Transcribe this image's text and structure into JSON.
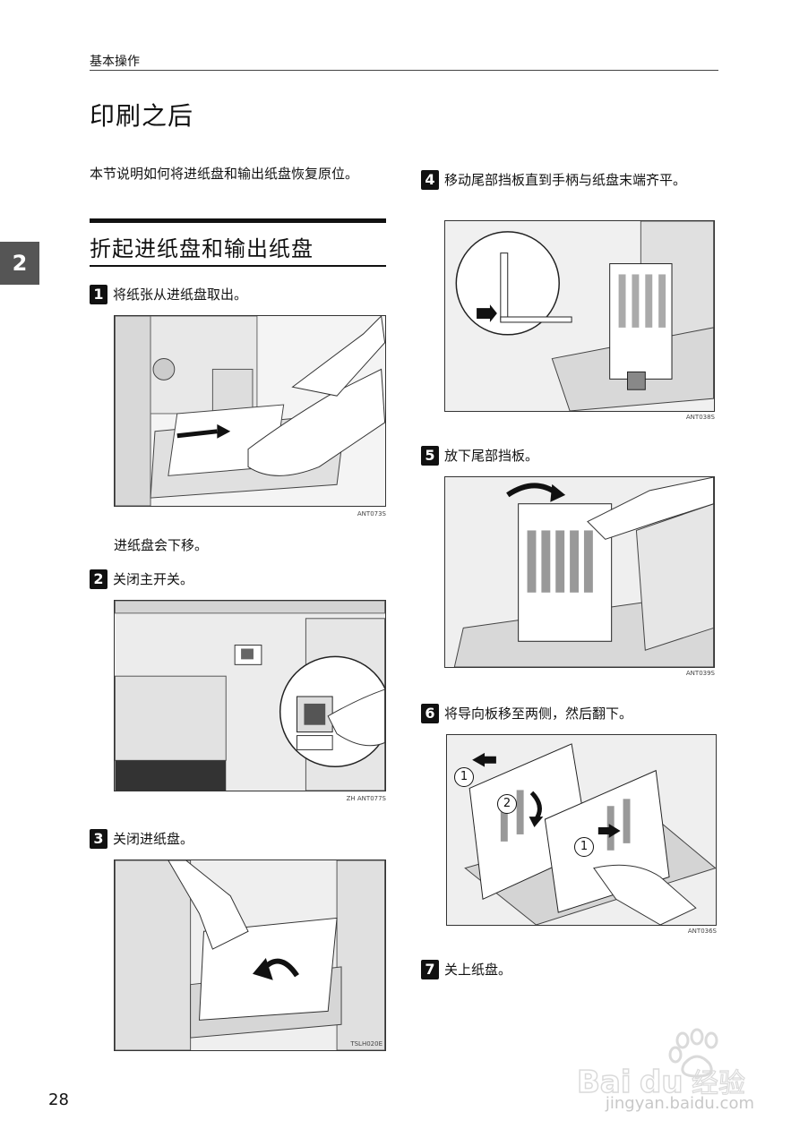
{
  "header": {
    "section": "基本操作"
  },
  "chapter_tab": "2",
  "title": "印刷之后",
  "intro": "本节说明如何将进纸盘和输出纸盘恢复原位。",
  "section_title": "折起进纸盘和输出纸盘",
  "steps": [
    {
      "num": "1",
      "text": "将纸张从进纸盘取出。",
      "code": "ANT073S",
      "note": "进纸盘会下移。"
    },
    {
      "num": "2",
      "text": "关闭主开关。",
      "code": "ZH ANT077S"
    },
    {
      "num": "3",
      "text": "关闭进纸盘。",
      "code": "TSLH020E"
    },
    {
      "num": "4",
      "text": "移动尾部挡板直到手柄与纸盘末端齐平。",
      "code": "ANT038S"
    },
    {
      "num": "5",
      "text": "放下尾部挡板。",
      "code": "ANT039S"
    },
    {
      "num": "6",
      "text": "将导向板移至两侧，然后翻下。",
      "code": "ANT036S",
      "callouts": [
        "1",
        "2",
        "1"
      ]
    },
    {
      "num": "7",
      "text": "关上纸盘。"
    }
  ],
  "page_number": "28",
  "watermark": {
    "logo": "Bai du 经验",
    "url": "jingyan.baidu.com"
  }
}
